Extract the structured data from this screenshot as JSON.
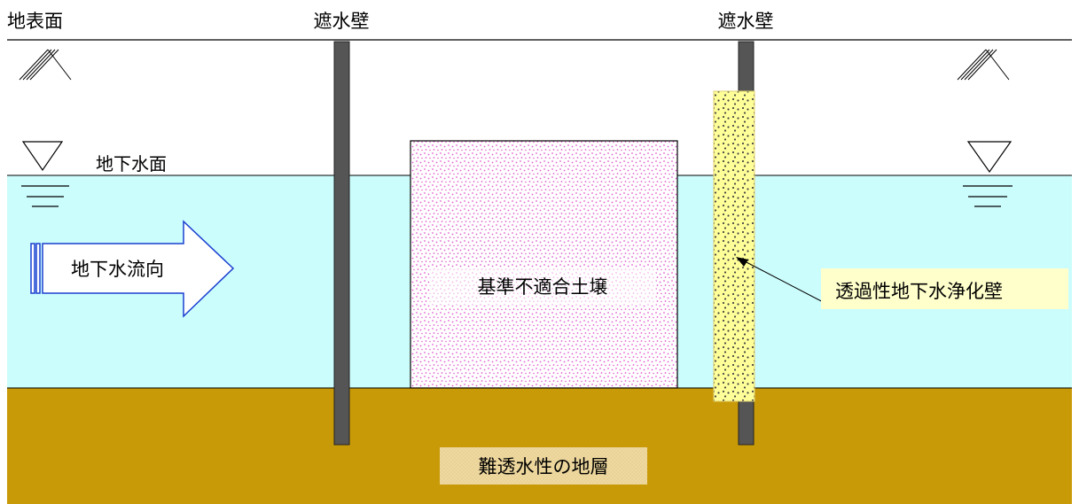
{
  "labels": {
    "ground_surface": "地表面",
    "cutoff_wall_left": "遮水壁",
    "cutoff_wall_right": "遮水壁",
    "groundwater_table": "地下水面",
    "flow_direction": "地下水流向",
    "contaminated_soil": "基準不適合土壌",
    "permeable_barrier": "透過性地下水浄化壁",
    "impermeable_layer": "難透水性の地層"
  },
  "colors": {
    "groundwater": "#ccfdfd",
    "impermeable_layer": "#c99a08",
    "cutoff_wall": "#555555",
    "contaminated_soil_dots": "#e060d0",
    "permeable_barrier": "#ffff99",
    "flow_arrow": "#1a3fd0"
  },
  "icons": [
    "ground-hatch-icon",
    "water-table-triangle-icon",
    "flow-arrow-icon"
  ]
}
